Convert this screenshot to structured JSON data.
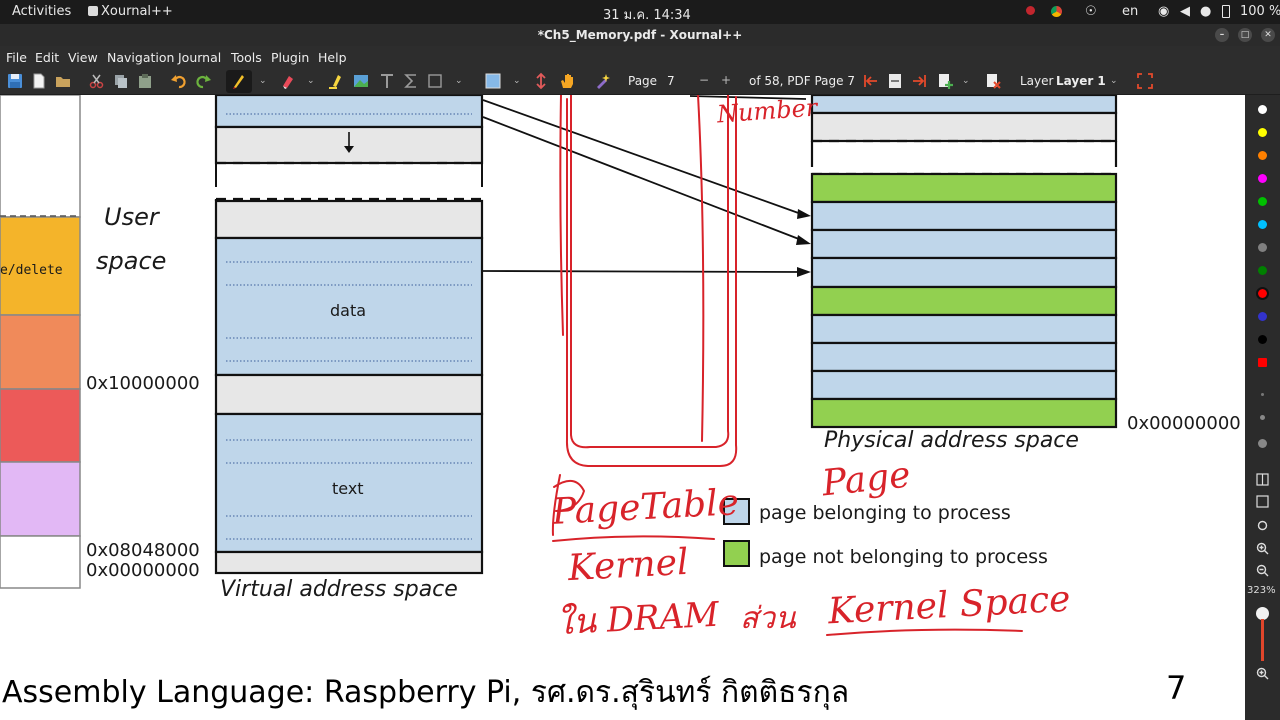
{
  "topbar": {
    "activities": "Activities",
    "app_name": "Xournal++",
    "clock": "31 ม.ค.  14:34",
    "language": "en",
    "battery": "100 %"
  },
  "window": {
    "title": "*Ch5_Memory.pdf - Xournal++"
  },
  "menu": [
    "File",
    "Edit",
    "View",
    "Navigation",
    "Journal",
    "Tools",
    "Plugin",
    "Help"
  ],
  "toolbar": {
    "page_label": "Page",
    "page_value": "7",
    "page_minus": "−",
    "page_plus": "+",
    "page_of": "of 58, PDF Page 7",
    "layer_label": "Layer",
    "layer_value": "Layer 1"
  },
  "rightbar": {
    "zoom": "323%",
    "pen_colors": [
      "#ffffff",
      "#ffff00",
      "#ff8000",
      "#ff00ff",
      "#00c000",
      "#00c0ff",
      "#808080",
      "#008000",
      "#ff0000",
      "#3333cc",
      "#000000",
      "#ff0000"
    ]
  },
  "diagram": {
    "user_space_line1": "User",
    "user_space_line2": "space",
    "delete_label": "e/delete",
    "addr_10000000": "0x10000000",
    "addr_08048000": "0x08048000",
    "addr_00000000_virtual": "0x00000000",
    "addr_00000000_physical": "0x00000000",
    "data_label": "data",
    "text_label": "text",
    "virtual_caption": "Virtual address space",
    "physical_caption": "Physical address space",
    "legend_blue": "page belonging to process",
    "legend_green": "page not belonging to process",
    "colors": {
      "page_blue": "#bfd6ea",
      "page_green": "#92d050",
      "page_gray": "#e7e7e7",
      "legend_yellow": "#f4b42a",
      "legend_orange": "#f08a5a",
      "legend_red": "#ec5a59",
      "legend_purple": "#e2b8f5",
      "ink_red": "#d8232a"
    }
  },
  "handwriting": {
    "number": "Number",
    "page": "Page",
    "page_table": "PageTable",
    "kernel": "Kernel",
    "in_dram": "ใน DRAM",
    "part": "ส่วน",
    "kernel_space": "Kernel Space"
  },
  "footer": {
    "course": "Assembly Language: Raspberry Pi, รศ.ดร.สุรินทร์ กิตติธรกุล",
    "page_number": "7"
  }
}
